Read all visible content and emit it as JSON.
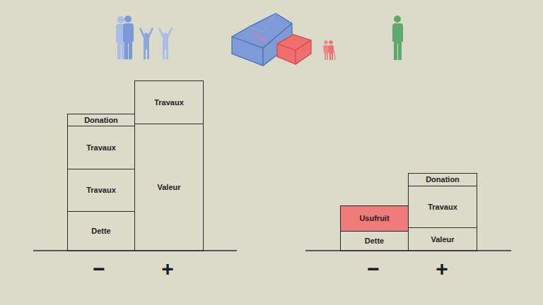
{
  "diagram": {
    "nodes": [
      {
        "text": [
          "Donation"
        ]
      },
      {
        "text": [
          "Travaux"
        ]
      },
      {
        "text": [
          "Travaux"
        ]
      },
      {
        "text": [
          "Dette"
        ]
      },
      {
        "text": [
          "Travaux"
        ]
      },
      {
        "text": [
          "Valeur"
        ]
      },
      {
        "text": [
          "Usufruit"
        ]
      },
      {
        "text": [
          "Dette"
        ]
      },
      {
        "text": [
          "Donation"
        ]
      },
      {
        "text": [
          "Travaux"
        ]
      },
      {
        "text": [
          "Valeur"
        ]
      }
    ],
    "labels": [
      "−",
      "+",
      "−",
      "+"
    ]
  }
}
